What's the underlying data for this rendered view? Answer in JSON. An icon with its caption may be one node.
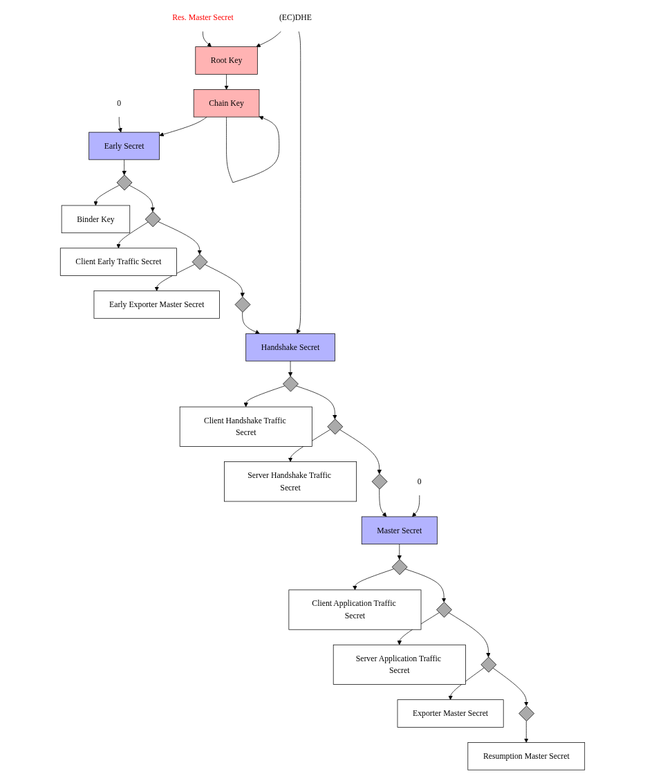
{
  "diagram": {
    "nodes": [
      {
        "text": [
          "0"
        ]
      },
      {
        "text": [
          "Early Secret"
        ]
      },
      {
        "text": [],
        "shape": "diamond"
      },
      {
        "text": [
          "Binder Key"
        ]
      },
      {
        "text": [],
        "shape": "diamond"
      },
      {
        "text": [
          "Client Early Traffic Secret"
        ]
      },
      {
        "text": [],
        "shape": "diamond"
      },
      {
        "text": [
          "Early Exporter Master Secret"
        ]
      },
      {
        "text": [],
        "shape": "diamond"
      },
      {
        "text": [
          "Res. Master Secret"
        ]
      },
      {
        "text": [
          "Root Key"
        ]
      },
      {
        "text": [
          "Chain Key"
        ]
      },
      {
        "text": [
          "(EC)DHE"
        ]
      },
      {
        "text": [
          "Handshake Secret"
        ]
      },
      {
        "text": [],
        "shape": "diamond"
      },
      {
        "text": [
          "Client Handshake Traffic Secret"
        ]
      },
      {
        "text": [],
        "shape": "diamond"
      },
      {
        "text": [
          "Server Handshake Traffic Secret"
        ]
      },
      {
        "text": [],
        "shape": "diamond"
      },
      {
        "text": [
          "0"
        ]
      },
      {
        "text": [
          "Master Secret"
        ]
      },
      {
        "text": [],
        "shape": "diamond"
      },
      {
        "text": [
          "Client Application Traffic Secret"
        ]
      },
      {
        "text": [],
        "shape": "diamond"
      },
      {
        "text": [
          "Server Application Traffic Secret"
        ]
      },
      {
        "text": [],
        "shape": "diamond"
      },
      {
        "text": [
          "Exporter Master Secret"
        ]
      },
      {
        "text": [],
        "shape": "diamond"
      },
      {
        "text": [
          "Resumption Master Secret"
        ]
      }
    ],
    "edges": [
      {
        "from": 0,
        "to": 1,
        "arrow": "to"
      },
      {
        "from": 1,
        "to": 2,
        "arrow": "to"
      },
      {
        "from": 2,
        "to": 3,
        "arrow": "to"
      },
      {
        "from": 2,
        "to": 4,
        "arrow": "to"
      },
      {
        "from": 4,
        "to": 5,
        "arrow": "to"
      },
      {
        "from": 4,
        "to": 6,
        "arrow": "to"
      },
      {
        "from": 6,
        "to": 7,
        "arrow": "to"
      },
      {
        "from": 6,
        "to": 8,
        "arrow": "to"
      },
      {
        "from": 8,
        "to": 13,
        "arrow": "to"
      },
      {
        "from": 9,
        "to": 10,
        "arrow": "to"
      },
      {
        "from": 12,
        "to": 10,
        "arrow": "to"
      },
      {
        "from": 10,
        "to": 11,
        "arrow": "to"
      },
      {
        "from": 11,
        "to": 11,
        "arrow": "to"
      },
      {
        "from": 11,
        "to": 1,
        "arrow": "to"
      },
      {
        "from": 12,
        "to": 13,
        "arrow": "to"
      },
      {
        "from": 13,
        "to": 14,
        "arrow": "to"
      },
      {
        "from": 14,
        "to": 15,
        "arrow": "to"
      },
      {
        "from": 14,
        "to": 16,
        "arrow": "to"
      },
      {
        "from": 16,
        "to": 17,
        "arrow": "to"
      },
      {
        "from": 16,
        "to": 18,
        "arrow": "to"
      },
      {
        "from": 18,
        "to": 20,
        "arrow": "to"
      },
      {
        "from": 19,
        "to": 20,
        "arrow": "to"
      },
      {
        "from": 20,
        "to": 21,
        "arrow": "to"
      },
      {
        "from": 21,
        "to": 22,
        "arrow": "to"
      },
      {
        "from": 21,
        "to": 23,
        "arrow": "to"
      },
      {
        "from": 23,
        "to": 24,
        "arrow": "to"
      },
      {
        "from": 23,
        "to": 25,
        "arrow": "to"
      },
      {
        "from": 25,
        "to": 26,
        "arrow": "to"
      },
      {
        "from": 25,
        "to": 27,
        "arrow": "to"
      },
      {
        "from": 27,
        "to": 28,
        "arrow": "to"
      }
    ]
  }
}
